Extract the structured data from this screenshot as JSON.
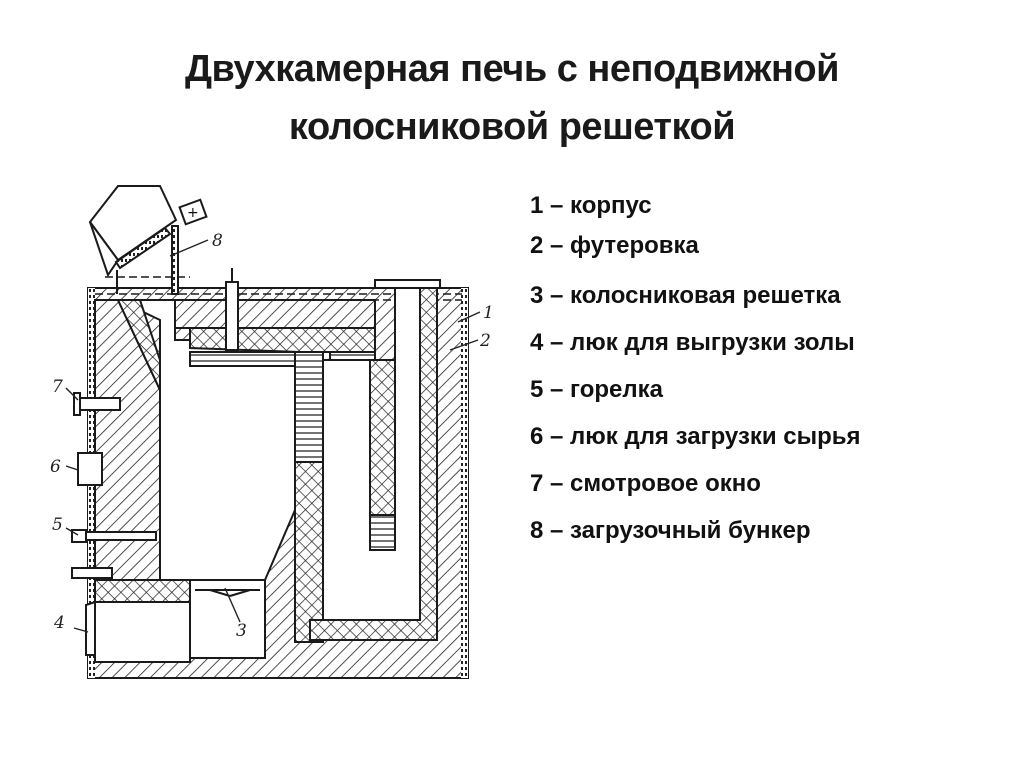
{
  "slide": {
    "title_line1": "Двухкамерная печь с неподвижной",
    "title_line2": "колосниковой решеткой"
  },
  "legend": {
    "items": [
      {
        "num": "1",
        "text": "1 – корпус"
      },
      {
        "num": "2",
        "text": "2 – футеровка"
      },
      {
        "num": "3",
        "text": "3 – колосниковая решетка"
      },
      {
        "num": "4",
        "text": "4 – люк для выгрузки золы"
      },
      {
        "num": "5",
        "text": "5 – горелка"
      },
      {
        "num": "6",
        "text": "6 – люк для загрузки сырья"
      },
      {
        "num": "7",
        "text": "7 – смотровое окно"
      },
      {
        "num": "8",
        "text": "8 – загрузочный бункер"
      }
    ]
  },
  "diagram": {
    "callouts": {
      "c1": "1",
      "c2": "2",
      "c3": "3",
      "c4": "4",
      "c5": "5",
      "c6": "6",
      "c7": "7",
      "c8": "8"
    },
    "motor_symbol": "+",
    "colors": {
      "line": "#1a1a1a",
      "fill": "#ffffff"
    }
  }
}
